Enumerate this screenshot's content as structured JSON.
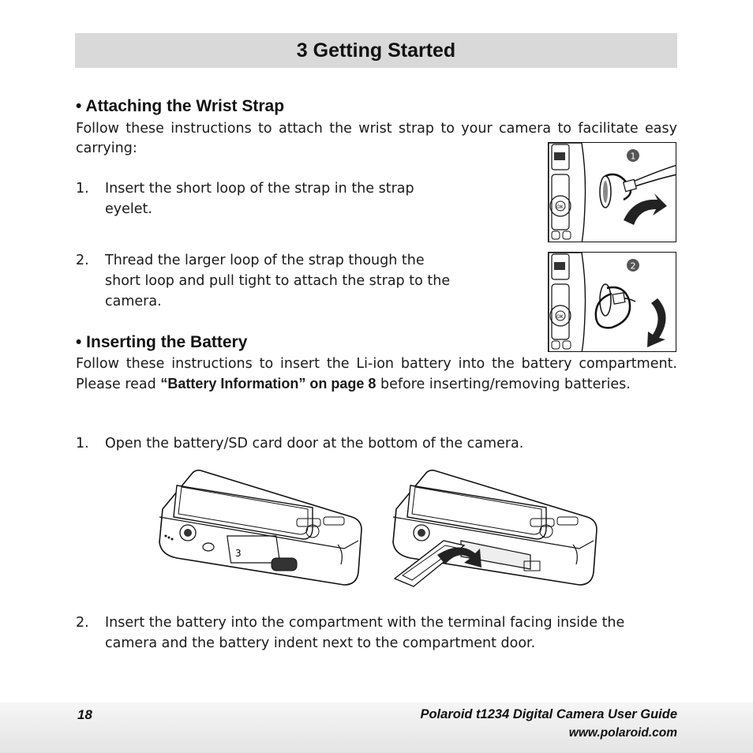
{
  "header": {
    "title": "3 Getting Started"
  },
  "section_strap": {
    "heading": "• Attaching the Wrist Strap",
    "intro": "Follow these instructions to attach the wrist strap to your camera to facilitate easy carrying:",
    "steps": [
      {
        "num": "1.",
        "text": "Insert the short loop of the strap in the strap eyelet."
      },
      {
        "num": "2.",
        "text": "Thread the larger loop of the strap though the short loop and pull tight to attach the strap to the camera."
      }
    ],
    "figures": [
      {
        "badge": "1",
        "icon": "wrist-strap-step-1-illustration"
      },
      {
        "badge": "2",
        "icon": "wrist-strap-step-2-illustration"
      }
    ]
  },
  "section_battery": {
    "heading": "• Inserting the Battery",
    "intro_before": "Follow these instructions to insert the Li-ion battery into the battery compartment. Please read",
    "intro_bold": "“Battery Information” on page 8",
    "intro_after": "before inserting/removing batteries.",
    "steps": [
      {
        "num": "1.",
        "text": "Open the battery/SD card door at the bottom of the camera."
      },
      {
        "num": "2.",
        "text": "Insert the battery into the compartment with the terminal facing inside the camera and the battery indent next to the compartment door."
      }
    ],
    "figures": [
      {
        "icon": "camera-bottom-door-closed-illustration"
      },
      {
        "icon": "camera-bottom-door-open-illustration"
      }
    ]
  },
  "footer": {
    "page_number": "18",
    "guide_title": "Polaroid t1234 Digital Camera User Guide",
    "website": "www.polaroid.com"
  }
}
